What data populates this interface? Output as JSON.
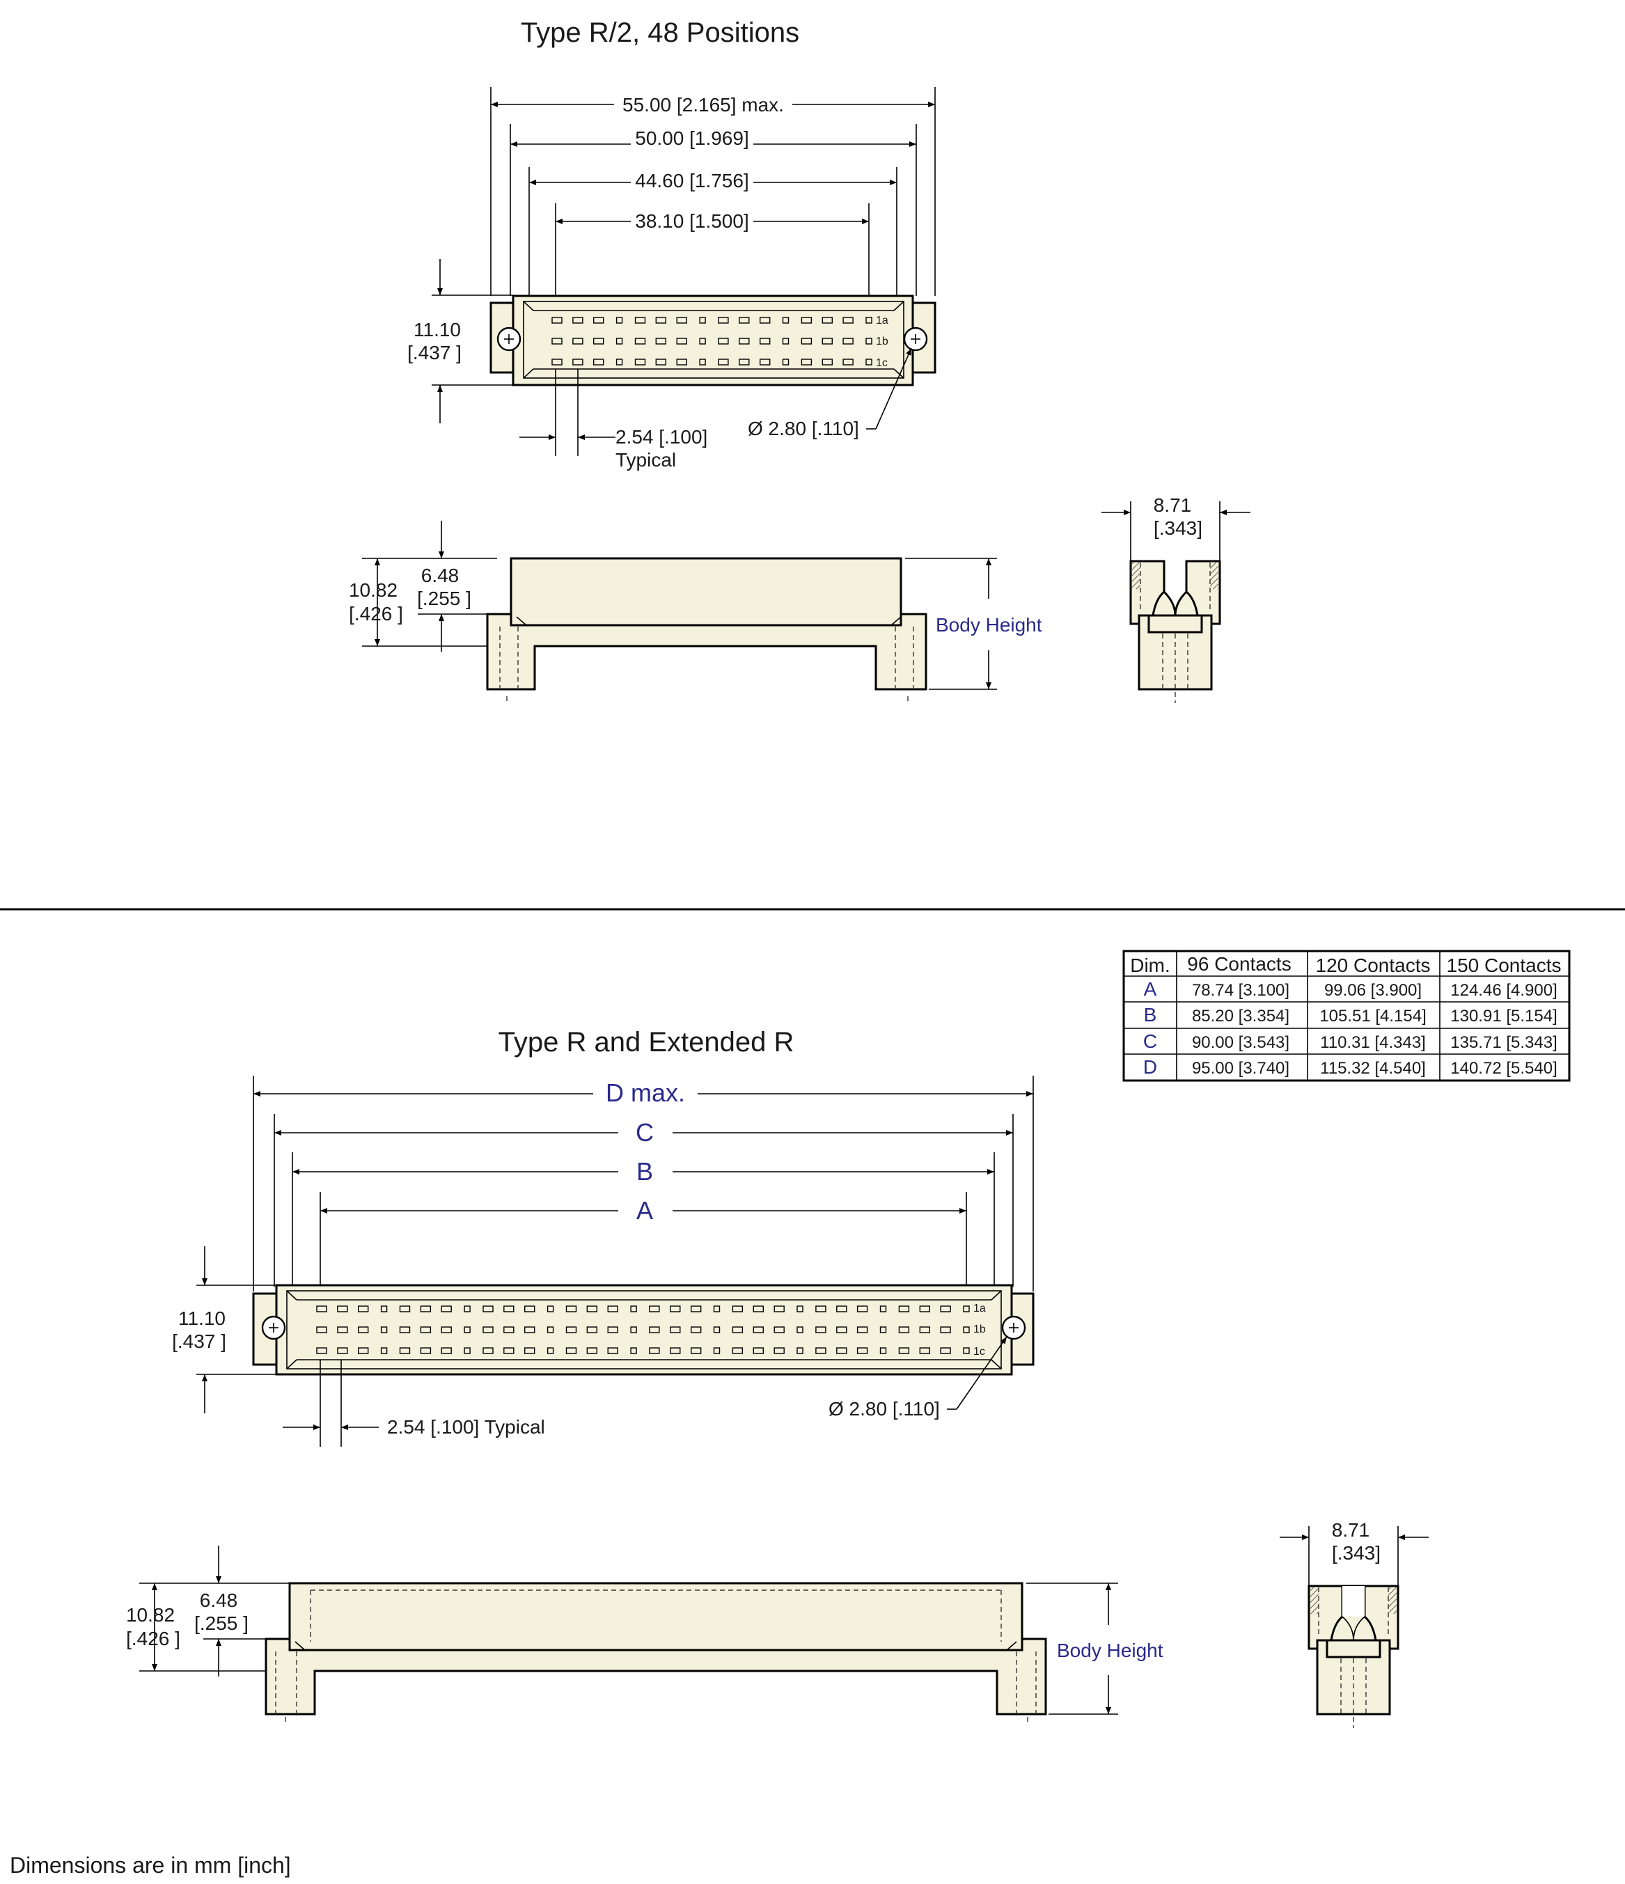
{
  "top": {
    "title": "Type R/2, 48 Positions",
    "dims": {
      "d55": "55.00 [2.165] max.",
      "d50": "50.00 [1.969]",
      "d44": "44.60 [1.756]",
      "d38": "38.10 [1.500]",
      "height_mm": "11.10",
      "height_in": "[.437 ]",
      "pitch": "2.54 [.100]",
      "pitch_note": "Typical",
      "hole": "Ø 2.80 [.110]",
      "side_total_mm": "10.82",
      "side_total_in": "[.426 ]",
      "side_low_mm": "6.48",
      "side_low_in": "[.255 ]",
      "body_height": "Body Height",
      "width_mm": "8.71",
      "width_in": "[.343]"
    },
    "row_labels": [
      "1a",
      "1b",
      "1c"
    ]
  },
  "bottom": {
    "title": "Type R and Extended R",
    "dims": {
      "D": "D max.",
      "C": "C",
      "B": "B",
      "A": "A",
      "height_mm": "11.10",
      "height_in": "[.437 ]",
      "pitch": "2.54 [.100] Typical",
      "hole": "Ø 2.80 [.110]",
      "side_total_mm": "10.82",
      "side_total_in": "[.426 ]",
      "side_low_mm": "6.48",
      "side_low_in": "[.255 ]",
      "body_height": "Body Height",
      "width_mm": "8.71",
      "width_in": "[.343]"
    },
    "row_labels": [
      "1a",
      "1b",
      "1c"
    ]
  },
  "table": {
    "headers": [
      "Dim.",
      "96 Contacts",
      "120 Contacts",
      "150 Contacts"
    ],
    "rows": [
      {
        "dim": "A",
        "c96": "78.74 [3.100]",
        "c120": "99.06  [3.900]",
        "c150": "124.46 [4.900]"
      },
      {
        "dim": "B",
        "c96": "85.20 [3.354]",
        "c120": "105.51 [4.154]",
        "c150": "130.91 [5.154]"
      },
      {
        "dim": "C",
        "c96": "90.00 [3.543]",
        "c120": "110.31 [4.343]",
        "c150": "135.71 [5.343]"
      },
      {
        "dim": "D",
        "c96": "95.00 [3.740]",
        "c120": "115.32 [4.540]",
        "c150": "140.72 [5.540]"
      }
    ]
  },
  "footnote": "Dimensions are in mm [inch]",
  "colors": {
    "body_fill": "#f4f1dc",
    "label_blue": "#2a2a8c"
  }
}
